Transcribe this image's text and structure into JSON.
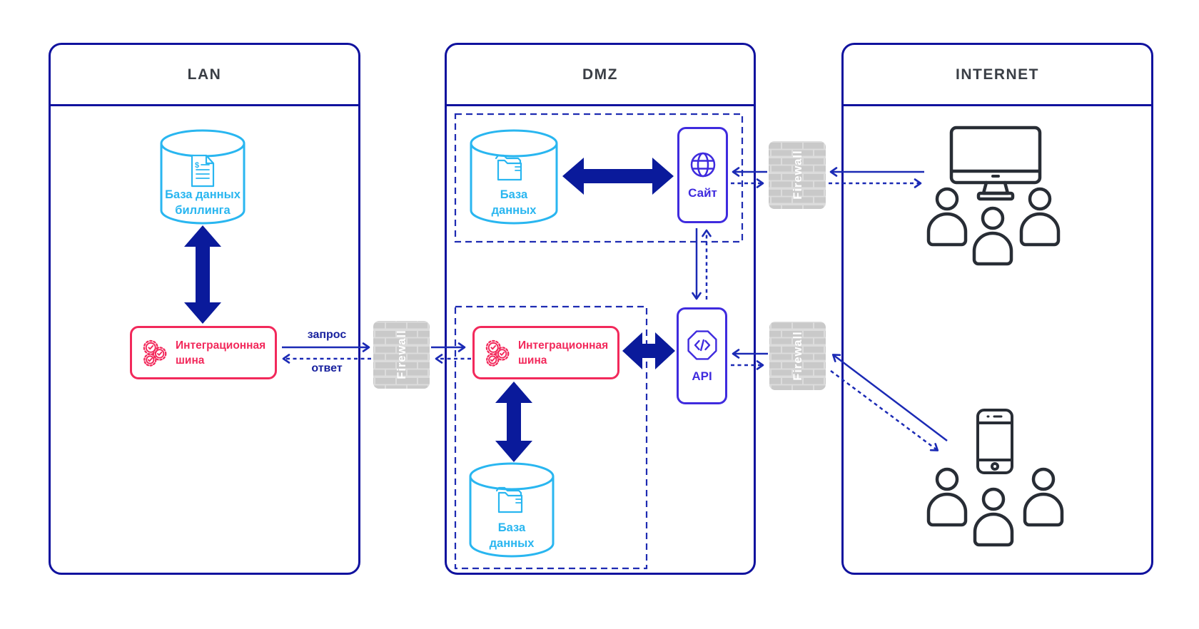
{
  "diagram": {
    "zones": {
      "lan": "LAN",
      "dmz": "DMZ",
      "internet": "INTERNET"
    },
    "nodes": {
      "billing_db": {
        "line1": "База данных",
        "line2": "биллинга"
      },
      "site_db": {
        "line1": "База",
        "line2": "данных"
      },
      "site": "Сайт",
      "lan_bus": {
        "line1": "Интеграционная",
        "line2": "шина"
      },
      "dmz_bus": {
        "line1": "Интеграционная",
        "line2": "шина"
      },
      "bus_db": {
        "line1": "База",
        "line2": "данных"
      },
      "api": "API"
    },
    "firewall_label": "Firewall",
    "edge_labels": {
      "request": "запрос",
      "response": "ответ"
    },
    "colors": {
      "zone_border": "#10129e",
      "connector_blue": "#1b2ab5",
      "thick_arrow": "#0a1a9b",
      "database_cyan": "#29b6f0",
      "bus_red": "#f2295b",
      "app_violet": "#3f2bde",
      "firewall_gray": "#c9c9c9",
      "device_dark": "#282d35"
    }
  }
}
